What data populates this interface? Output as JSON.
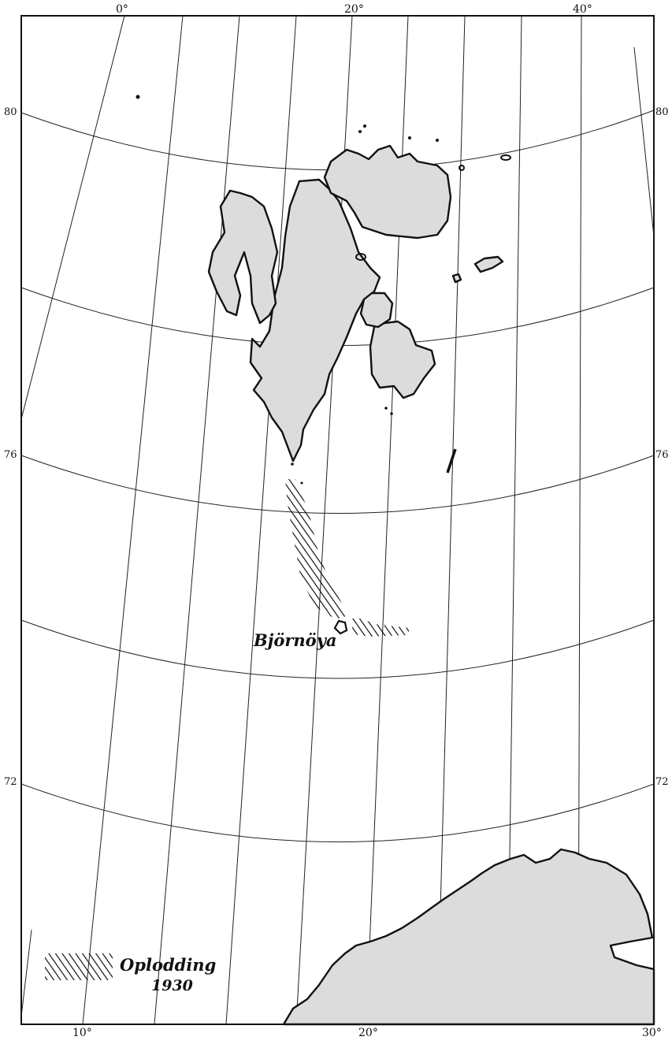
{
  "map": {
    "frame_color": "#111111",
    "land_color": "#dcdcdc",
    "top_longitudes": [
      "0°",
      "20°",
      "40°"
    ],
    "bottom_longitudes": [
      "10°",
      "20°",
      "30°"
    ],
    "latitudes": [
      "80",
      "76",
      "72"
    ],
    "place_label": "Björnöya",
    "legend": {
      "line1": "Oplodding",
      "line2": "1930"
    }
  }
}
